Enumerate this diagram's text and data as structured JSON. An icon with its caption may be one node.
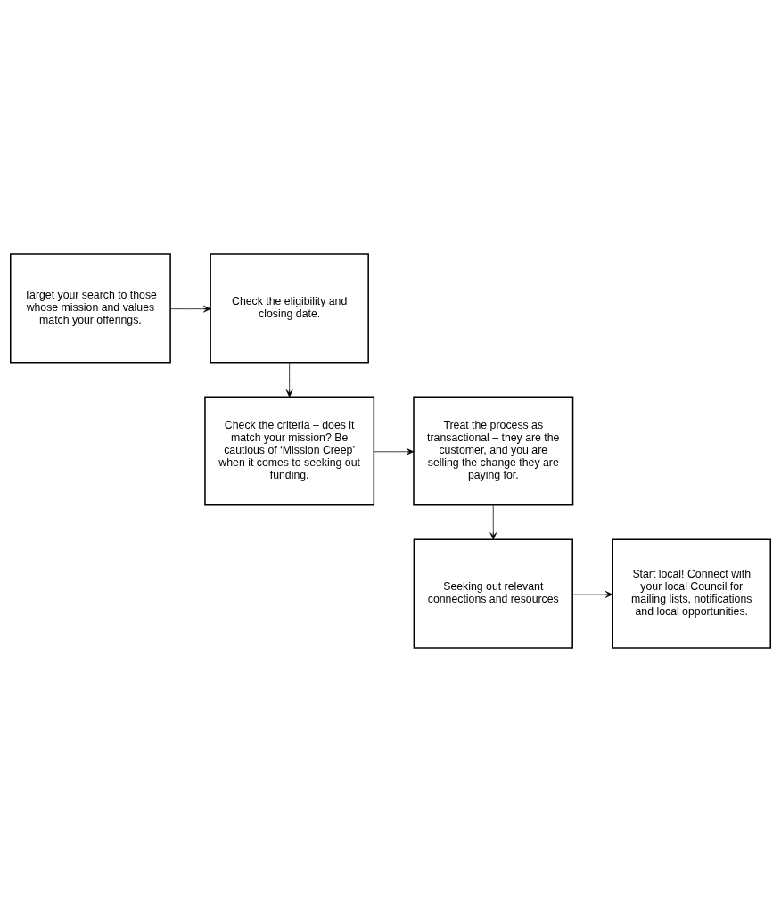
{
  "diagram": {
    "nodes": [
      {
        "text": [
          "Target your search to those whose mission and values match your offerings."
        ]
      },
      {
        "text": [
          "Check the eligibility and closing date."
        ]
      },
      {
        "text": [
          "Check the criteria – does it match your mission? Be cautious of ‘Mission Creep’ when it comes to seeking out funding."
        ]
      },
      {
        "text": [
          "Treat the process as transactional – they are the customer, and you are selling the change they are paying for."
        ]
      },
      {
        "text": [
          "Seeking out relevant connections and resources"
        ]
      },
      {
        "text": [
          "Start local! Connect with your local Council for mailing lists, notifications and local opportunities."
        ]
      }
    ],
    "edges": [
      {
        "from": 0,
        "to": 1,
        "arrow": "to"
      },
      {
        "from": 1,
        "to": 2,
        "arrow": "to"
      },
      {
        "from": 2,
        "to": 3,
        "arrow": "to"
      },
      {
        "from": 3,
        "to": 4,
        "arrow": "to"
      },
      {
        "from": 4,
        "to": 5,
        "arrow": "to"
      }
    ]
  }
}
